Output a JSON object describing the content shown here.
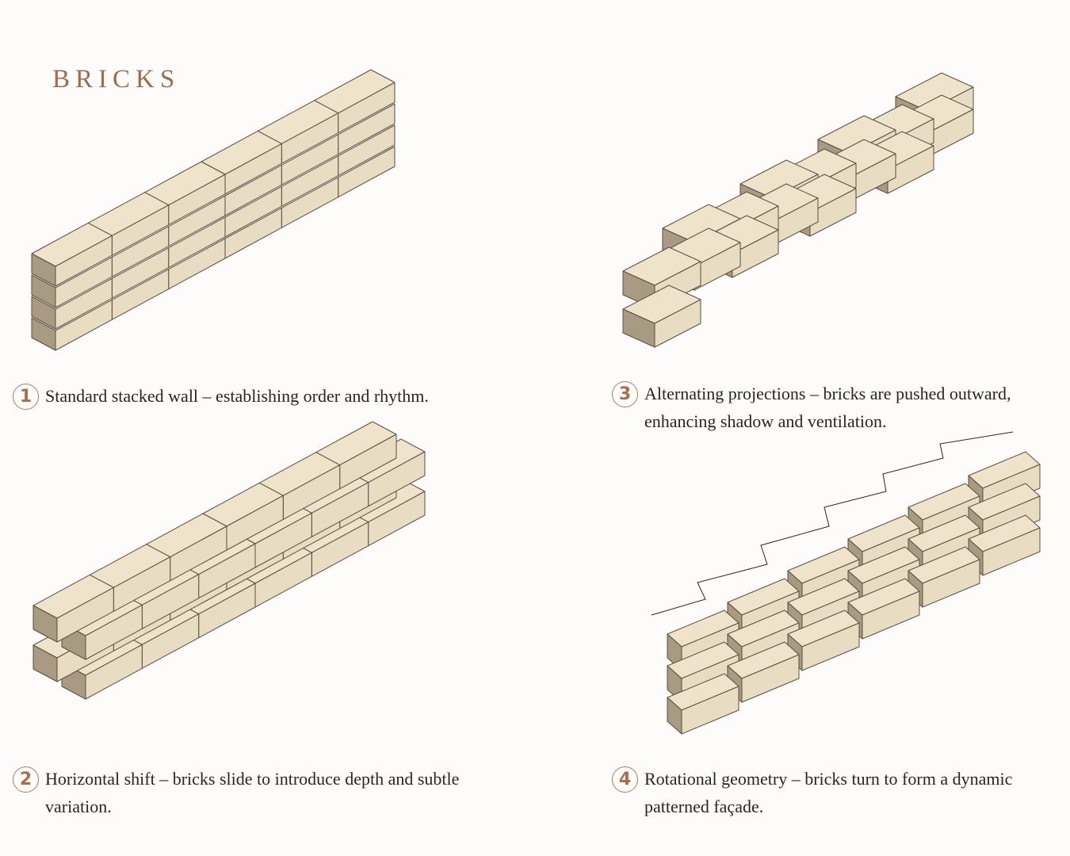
{
  "title": "BRICKS",
  "colors": {
    "brick_top": "#efe3cc",
    "brick_front": "#e8dcc3",
    "brick_end": "#a99a83",
    "brick_edge": "#5c4e42",
    "accent": "#a06c4e"
  },
  "diagrams": [
    {
      "id": 1,
      "name": "standard-stacked-wall"
    },
    {
      "id": 2,
      "name": "horizontal-shift-wall"
    },
    {
      "id": 3,
      "name": "alternating-projections-wall"
    },
    {
      "id": 4,
      "name": "rotational-geometry-wall"
    }
  ],
  "captions": [
    {
      "number": "1",
      "text": "Standard stacked wall – establishing order and rhythm."
    },
    {
      "number": "2",
      "text": "Horizontal shift – bricks slide to introduce depth and subtle variation."
    },
    {
      "number": "3",
      "text": "Alternating projections – bricks are pushed outward, enhancing shadow and ventilation."
    },
    {
      "number": "4",
      "text": "Rotational geometry – bricks turn to form a dynamic patterned façade."
    }
  ]
}
